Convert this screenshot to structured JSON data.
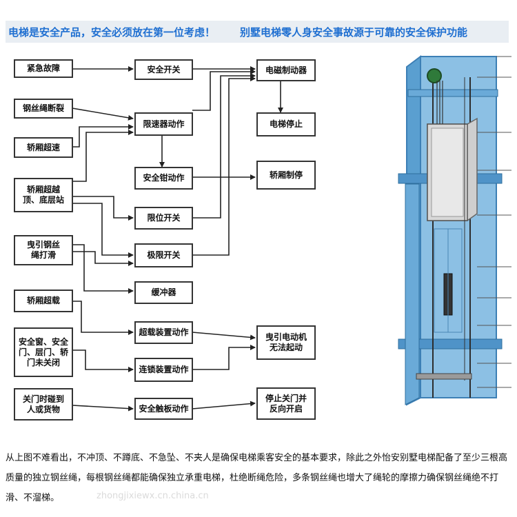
{
  "header": {
    "left": "电梯是安全产品，安全必须放在第一位考虑！",
    "right": "别墅电梯零人身安全事故源于可靠的安全保护功能"
  },
  "diagram": {
    "causes": {
      "emergency": "紧急故障",
      "rope_break": "钢丝绳断裂",
      "overspeed": "轿厢超速",
      "overtravel_1": "轿厢超越",
      "overtravel_2": "顶、底层站",
      "slip_1": "曳引钢丝",
      "slip_2": "绳打滑",
      "overload": "轿厢超载",
      "doors_1": "安全窗、安全",
      "doors_2": "门、层门、轿",
      "doors_3": "门未关闭",
      "obstruct_1": "关门时碰到",
      "obstruct_2": "人或货物"
    },
    "actions": {
      "safety_switch": "安全开关",
      "governor": "限速器动作",
      "safety_gear": "安全钳动作",
      "limit_switch": "限位开关",
      "final_limit": "极限开关",
      "buffer": "缓冲器",
      "overload_device": "超载装置动作",
      "interlock": "连锁装置动作",
      "safety_edge": "安全触板动作"
    },
    "results": {
      "brake": "电磁制动器",
      "stop": "电梯停止",
      "car_stop": "轿厢制停",
      "motor_1": "曳引电动机",
      "motor_2": "无法起动",
      "reopen_1": "停止关门并",
      "reopen_2": "反向开启"
    }
  },
  "footer": {
    "text": "从上图不难看出，不冲顶、不蹲底、不急坠、不夹人是确保电梯乘客安全的基本要求，除此之外怡安别墅电梯配备了至少三根高质量的独立钢丝绳，每根钢丝绳都能确保独立承重电梯，杜绝断绳危险，多条钢丝绳也增大了绳轮的摩擦力确保钢丝绳绝不打滑、不溜梯。",
    "watermark": "zhongjixiewx.cn.china.cn"
  },
  "colors": {
    "header_text": "#1f6fd1",
    "banner_bg": "#e9eef3",
    "shaft_blue": "#5a9fd0",
    "car_gray": "#cfcfcf"
  }
}
